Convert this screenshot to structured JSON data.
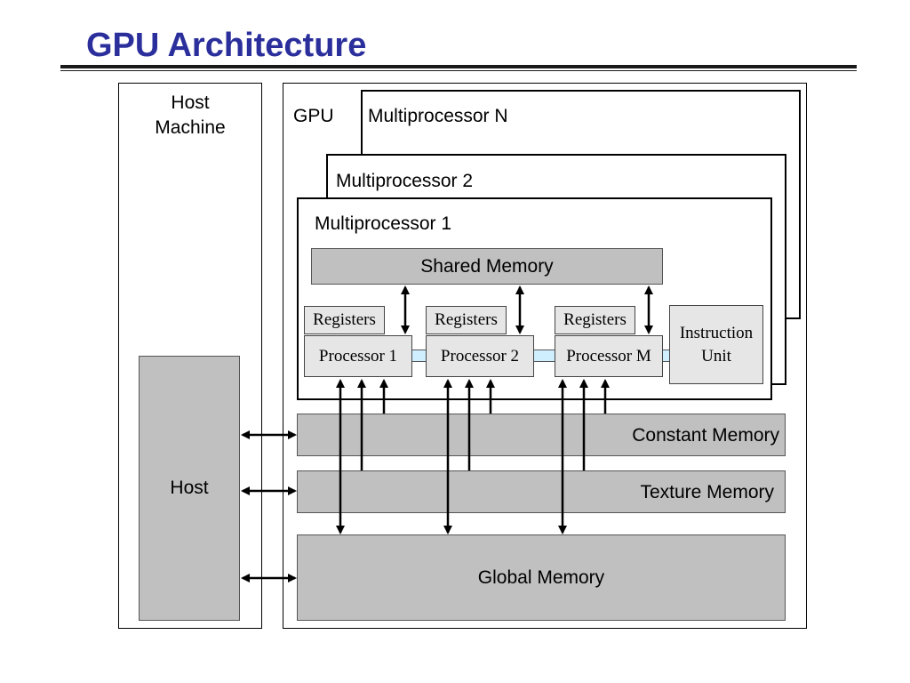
{
  "title": "GPU Architecture",
  "host_machine": {
    "label_line1": "Host",
    "label_line2": "Machine",
    "host": "Host"
  },
  "gpu": {
    "label": "GPU",
    "mp_n": "Multiprocessor N",
    "mp_2": "Multiprocessor 2",
    "mp_1": "Multiprocessor 1",
    "shared_memory": "Shared Memory",
    "registers": [
      "Registers",
      "Registers",
      "Registers"
    ],
    "processors": [
      "Processor  1",
      "Processor  2",
      "Processor M"
    ],
    "instruction_unit_line1": "Instruction",
    "instruction_unit_line2": "Unit",
    "constant_memory": "Constant Memory",
    "texture_memory": "Texture Memory",
    "global_memory": "Global Memory"
  },
  "colors": {
    "title": "#2b2f9c",
    "memory": "#c0c0c0",
    "proc": "#e6e6e6",
    "link": "#cfefff"
  }
}
